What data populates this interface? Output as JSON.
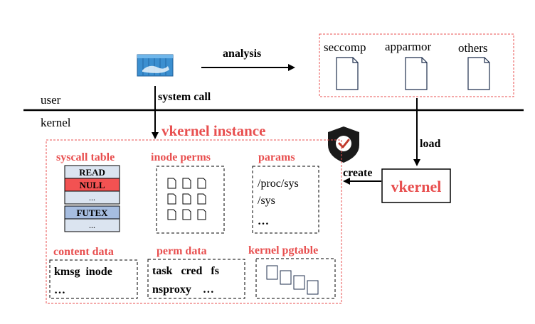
{
  "regions": {
    "upper": "user",
    "lower": "kernel"
  },
  "arrows": {
    "analysis": "analysis",
    "system_call": "system call",
    "load": "load",
    "create": "create"
  },
  "policies": {
    "items": [
      "seccomp",
      "apparmor",
      "others"
    ]
  },
  "vkernel": "vkernel",
  "instance": {
    "title": "vkernel instance",
    "syscall_table": {
      "title": "syscall table",
      "rows": [
        "READ",
        "NULL",
        "...",
        "FUTEX",
        "..."
      ]
    },
    "inode_perms": {
      "title": "inode perms"
    },
    "params": {
      "title": "params",
      "lines": [
        "/proc/sys",
        "/sys",
        "…"
      ]
    },
    "content_data": {
      "title": "content data",
      "line1": "kmsg  inode",
      "line2": "…"
    },
    "perm_data": {
      "title": "perm data",
      "line1": "task   cred   fs",
      "line2": "nsproxy    …"
    },
    "kernel_pgtable": {
      "title": "kernel pgtable"
    }
  },
  "colors": {
    "accent_red": "#e84f4f",
    "null_cell": "#f25252",
    "table_cell": "#dbe4f0",
    "futex_cell": "#a6bde0",
    "container_blue": "#3b8fd0",
    "shield": "#1a1a1a"
  },
  "icons": [
    "container-icon",
    "document-icon",
    "shield-check-icon"
  ]
}
